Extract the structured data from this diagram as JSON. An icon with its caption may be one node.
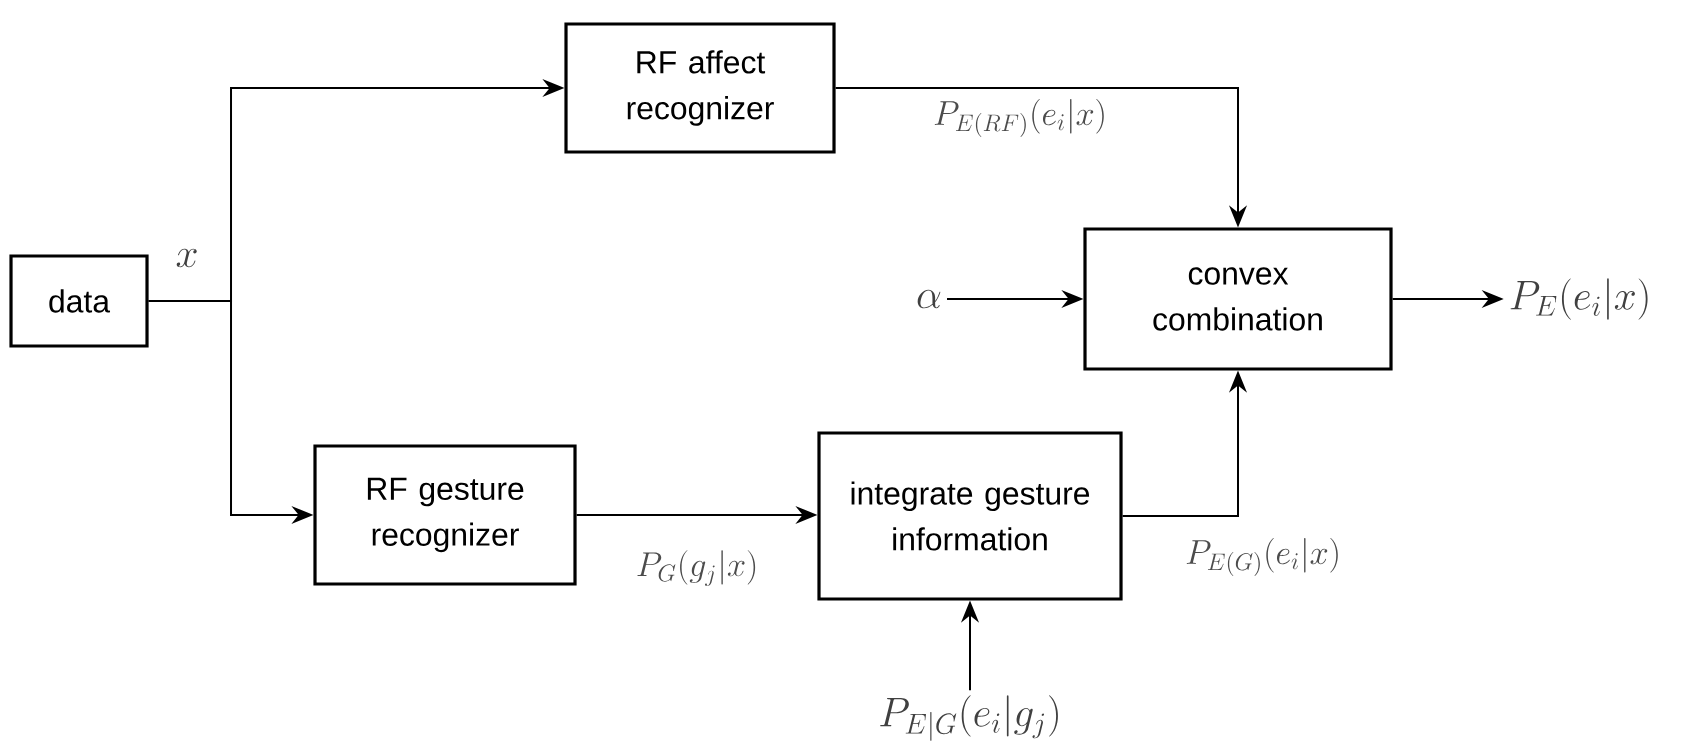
{
  "diagram": {
    "nodes": [
      {
        "text": [
          "data"
        ]
      },
      {
        "text": [
          "RF affect recognizer"
        ]
      },
      {
        "text": [
          "convex combination"
        ]
      },
      {
        "text": [
          "RF gesture recognizer"
        ]
      },
      {
        "text": [
          "integrate gesture information"
        ]
      },
      {
        "text": [
          "\\alpha"
        ]
      },
      {
        "text": [
          "P_E(e_i|x)"
        ]
      },
      {
        "text": [
          "P_{E|G}(e_i|g_j)"
        ]
      }
    ],
    "edges": [
      {
        "from": 0,
        "to": 1,
        "arrow": "to"
      },
      {
        "from": 0,
        "to": 3,
        "arrow": "to"
      },
      {
        "from": 1,
        "to": 2,
        "arrow": "to",
        "label": "P_{E(RF)}(e_i|x)"
      },
      {
        "from": 5,
        "to": 2,
        "arrow": "to"
      },
      {
        "from": 2,
        "to": 6,
        "arrow": "to"
      },
      {
        "from": 3,
        "to": 4,
        "arrow": "to",
        "label": "P_G(g_j|x)"
      },
      {
        "from": 4,
        "to": 2,
        "arrow": "to",
        "label": "P_{E(G)}(e_i|x)"
      },
      {
        "from": 7,
        "to": 4,
        "arrow": "to"
      }
    ],
    "labels": [
      "x"
    ]
  }
}
